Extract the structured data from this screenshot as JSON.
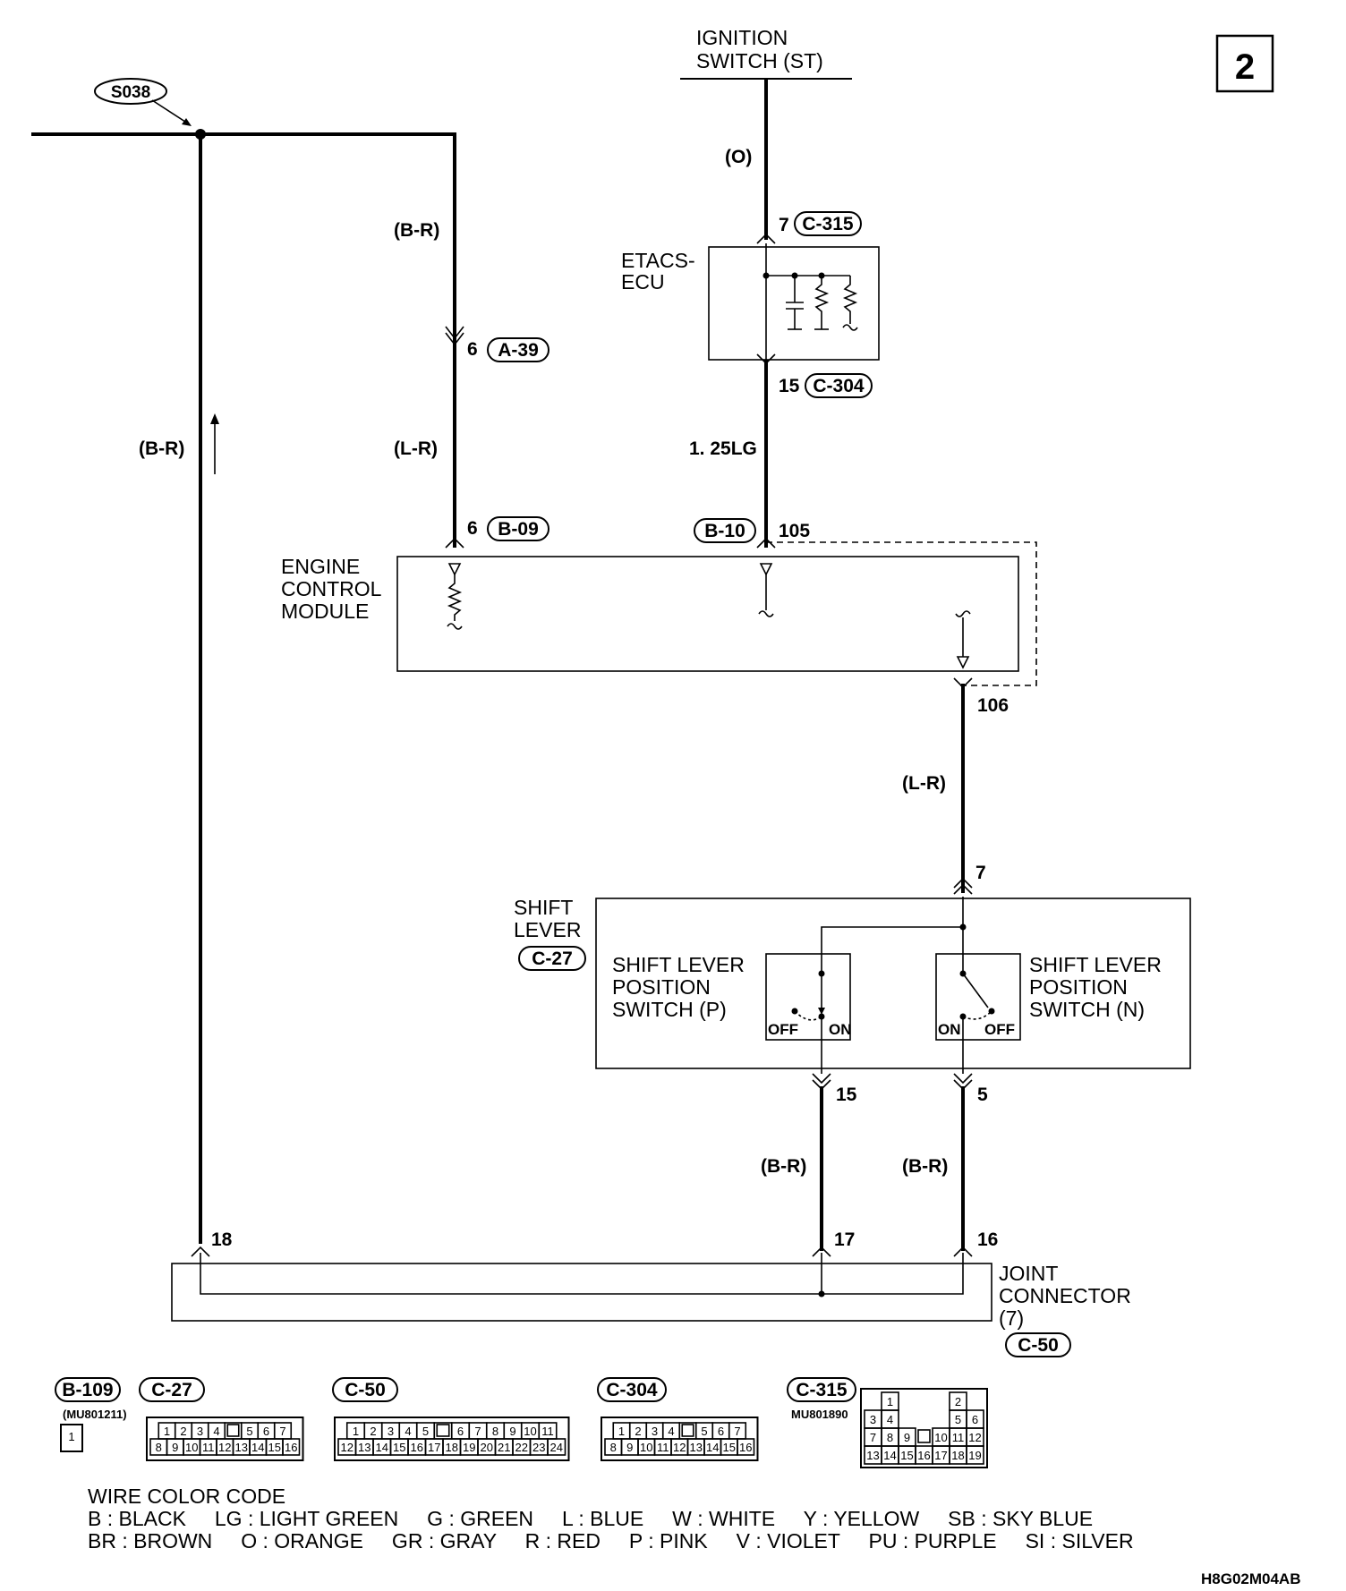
{
  "page_number": "2",
  "splice": "S038",
  "ignition": {
    "line1": "IGNITION",
    "line2": "SWITCH (ST)"
  },
  "wires": {
    "w_o": "(O)",
    "w_br_left": "(B-R)",
    "w_br_mid": "(B-R)",
    "w_lr_mid": "(L-R)",
    "w_lg": "1. 25LG",
    "w_lr_right": "(L-R)",
    "w_br_p": "(B-R)",
    "w_br_n": "(B-R)"
  },
  "pins": {
    "p7_c315": "7",
    "p6_a39": "6",
    "p15_c304": "15",
    "p6_b09": "6",
    "p105": "105",
    "p106": "106",
    "p7_shift": "7",
    "p15_shift": "15",
    "p5_shift": "5",
    "p18": "18",
    "p17": "17",
    "p16": "16"
  },
  "connectors": {
    "c315": "C-315",
    "a39": "A-39",
    "c304": "C-304",
    "b09": "B-09",
    "b10": "B-10",
    "c27": "C-27",
    "c50": "C-50"
  },
  "etacs": {
    "line1": "ETACS-",
    "line2": "ECU"
  },
  "ecm": {
    "line1": "ENGINE",
    "line2": "CONTROL",
    "line3": "MODULE"
  },
  "shift_lever": {
    "line1": "SHIFT",
    "line2": "LEVER"
  },
  "switch_p": {
    "line1": "SHIFT LEVER",
    "line2": "POSITION",
    "line3": "SWITCH (P)",
    "off": "OFF",
    "on": "ON"
  },
  "switch_n": {
    "line1": "SHIFT LEVER",
    "line2": "POSITION",
    "line3": "SWITCH (N)",
    "on": "ON",
    "off": "OFF"
  },
  "joint": {
    "line1": "JOINT",
    "line2": "CONNECTOR",
    "line3": "(7)",
    "conn": "C-50"
  },
  "views": {
    "b109": {
      "title": "B-109",
      "part": "(MU801211)",
      "pins": [
        "1"
      ]
    },
    "c27": {
      "title": "C-27",
      "row1": [
        "1",
        "2",
        "3",
        "4",
        "",
        "5",
        "6",
        "7"
      ],
      "row2": [
        "8",
        "9",
        "10",
        "11",
        "12",
        "13",
        "14",
        "15",
        "16"
      ]
    },
    "c50": {
      "title": "C-50",
      "row1": [
        "1",
        "2",
        "3",
        "4",
        "5",
        "",
        "6",
        "7",
        "8",
        "9",
        "10",
        "11"
      ],
      "row2": [
        "12",
        "13",
        "14",
        "15",
        "16",
        "17",
        "18",
        "19",
        "20",
        "21",
        "22",
        "23",
        "24"
      ]
    },
    "c304": {
      "title": "C-304",
      "row1": [
        "1",
        "2",
        "3",
        "4",
        "",
        "5",
        "6",
        "7"
      ],
      "row2": [
        "8",
        "9",
        "10",
        "11",
        "12",
        "13",
        "14",
        "15",
        "16"
      ]
    },
    "c315": {
      "title": "C-315",
      "part": "MU801890",
      "top": [
        "1",
        "2"
      ],
      "r2": [
        "3",
        "4",
        "5",
        "6"
      ],
      "r3": [
        "7",
        "8",
        "9",
        "10",
        "11",
        "12"
      ],
      "r4": [
        "13",
        "14",
        "15",
        "16",
        "17",
        "18",
        "19"
      ]
    }
  },
  "legend": {
    "title": "WIRE COLOR CODE",
    "line1": "B : BLACK     LG : LIGHT GREEN     G : GREEN     L : BLUE     W : WHITE     Y : YELLOW     SB : SKY BLUE",
    "line2": "BR : BROWN     O : ORANGE     GR : GRAY     R : RED     P : PINK     V : VIOLET     PU : PURPLE     SI : SILVER"
  },
  "code": "H8G02M04AB"
}
